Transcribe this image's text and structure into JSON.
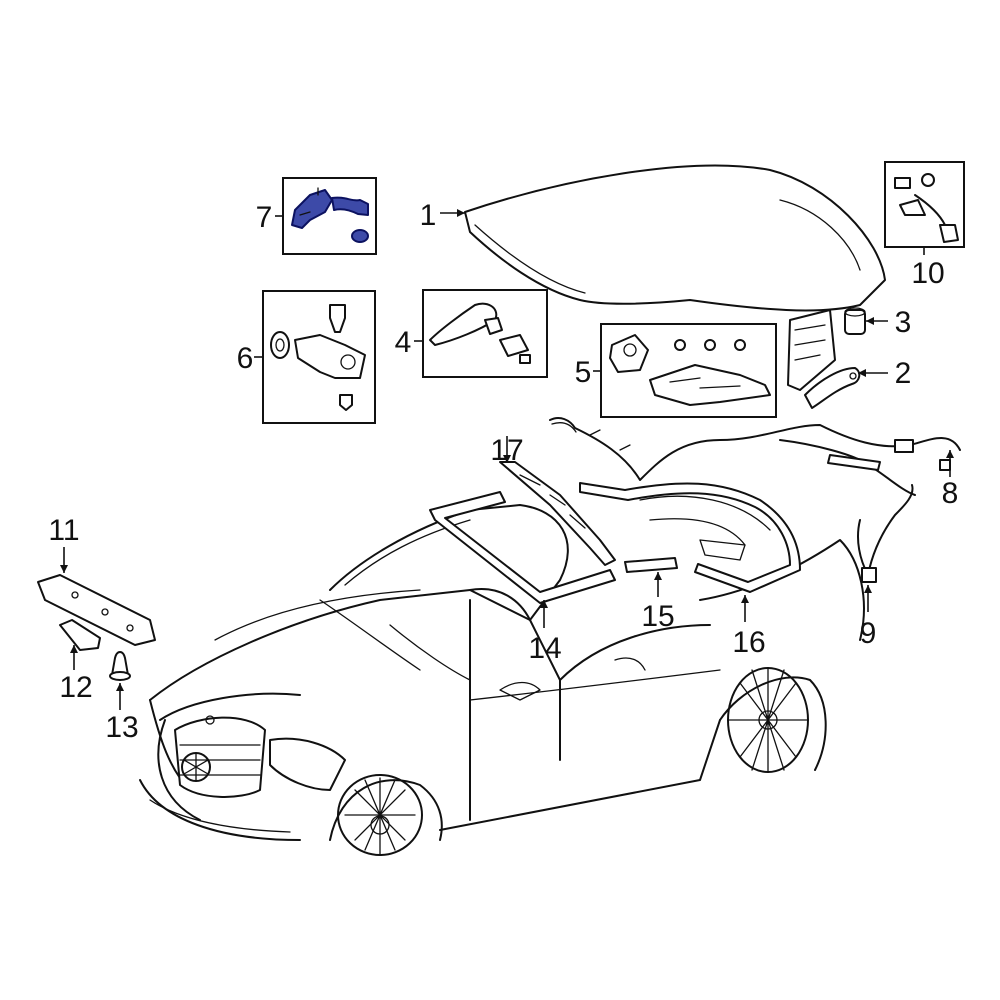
{
  "diagram": {
    "colors": {
      "line": "#111111",
      "highlight": "#3d4aa8",
      "background": "#ffffff"
    },
    "callouts": [
      {
        "id": "1",
        "text": "1"
      },
      {
        "id": "2",
        "text": "2"
      },
      {
        "id": "3",
        "text": "3"
      },
      {
        "id": "4",
        "text": "4"
      },
      {
        "id": "5",
        "text": "5"
      },
      {
        "id": "6",
        "text": "6"
      },
      {
        "id": "7",
        "text": "7",
        "highlighted": true
      },
      {
        "id": "8",
        "text": "8"
      },
      {
        "id": "9",
        "text": "9"
      },
      {
        "id": "10",
        "text": "10"
      },
      {
        "id": "11",
        "text": "11"
      },
      {
        "id": "12",
        "text": "12"
      },
      {
        "id": "13",
        "text": "13"
      },
      {
        "id": "14",
        "text": "14"
      },
      {
        "id": "15",
        "text": "15"
      },
      {
        "id": "16",
        "text": "16"
      },
      {
        "id": "17",
        "text": "17"
      }
    ]
  }
}
